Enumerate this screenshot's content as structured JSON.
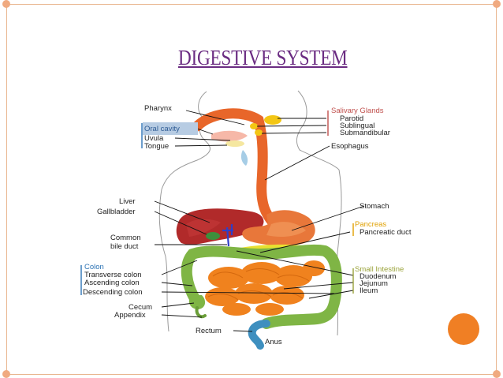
{
  "title": "DIGESTIVE SYSTEM",
  "colors": {
    "title": "#6b2c82",
    "accent": "#f07f24",
    "frame": "#e9b690",
    "esophagus": "#e8662a",
    "liver": "#b12a2a",
    "intestine": "#f0821e",
    "colon": "#7fb545",
    "pancreas": "#e8e030",
    "salivary": "#f3c614",
    "heading_salivary": "#c0504d",
    "heading_oral": "#2e74b5",
    "heading_pancreas": "#e0a000",
    "heading_small": "#9aa33a",
    "heading_colon": "#2e74b5"
  },
  "labels": {
    "pharynx": "Pharynx",
    "oral_cavity": "Oral cavity",
    "uvula": "Uvula",
    "tongue": "Tongue",
    "salivary_glands": "Salivary Glands",
    "parotid": "Parotid",
    "sublingual": "Sublingual",
    "submandibular": "Submandibular",
    "esophagus": "Esophagus",
    "liver": "Liver",
    "gallbladder": "Gallbladder",
    "stomach": "Stomach",
    "pancreas": "Pancreas",
    "pancreatic_duct": "Pancreatic duct",
    "common": "Common",
    "bile_duct": "bile duct",
    "colon": "Colon",
    "transverse_colon": "Transverse colon",
    "ascending_colon": "Ascending colon",
    "descending_colon": "Descending colon",
    "small_intestine": "Small Intestine",
    "duodenum": "Duodenum",
    "jejunum": "Jejunum",
    "ileum": "Ileum",
    "cecum": "Cecum",
    "appendix": "Appendix",
    "rectum": "Rectum",
    "anus": "Anus"
  }
}
